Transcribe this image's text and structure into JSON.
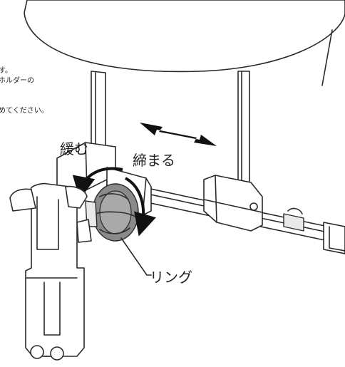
{
  "labels": {
    "loosen": "緩む",
    "tighten": "締まる",
    "ring": "リング"
  },
  "note_lines": [
    "す。",
    "ホルダーの",
    "めてください。"
  ],
  "icons": [
    "double-arrow-icon",
    "rotate-arrow-loosen-icon",
    "rotate-arrow-tighten-icon"
  ],
  "colors": {
    "line": "#2a2a2a",
    "fill_light": "#e9e9e9",
    "knob": "#8a8a8a",
    "background": "#ffffff"
  }
}
